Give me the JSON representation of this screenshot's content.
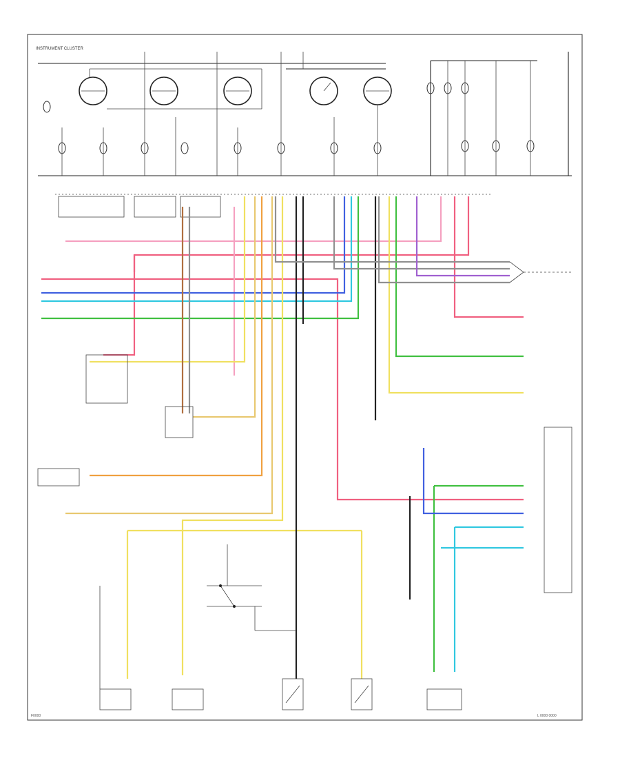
{
  "diagram": {
    "header_label": "INSTRUMENT CLUSTER",
    "footer_left": "F0000",
    "footer_right": "L 0000 0000",
    "wire_colors": {
      "red": "#f06080",
      "pink": "#f5a0c0",
      "blue": "#4060e0",
      "cyan": "#30c8e0",
      "green": "#40c040",
      "yellow": "#f0e060",
      "tan": "#e8c870",
      "orange": "#f0a040",
      "brown": "#b07040",
      "violet": "#a060d0",
      "black": "#222222",
      "gray": "#909090",
      "white": "#d8d8d8"
    }
  }
}
